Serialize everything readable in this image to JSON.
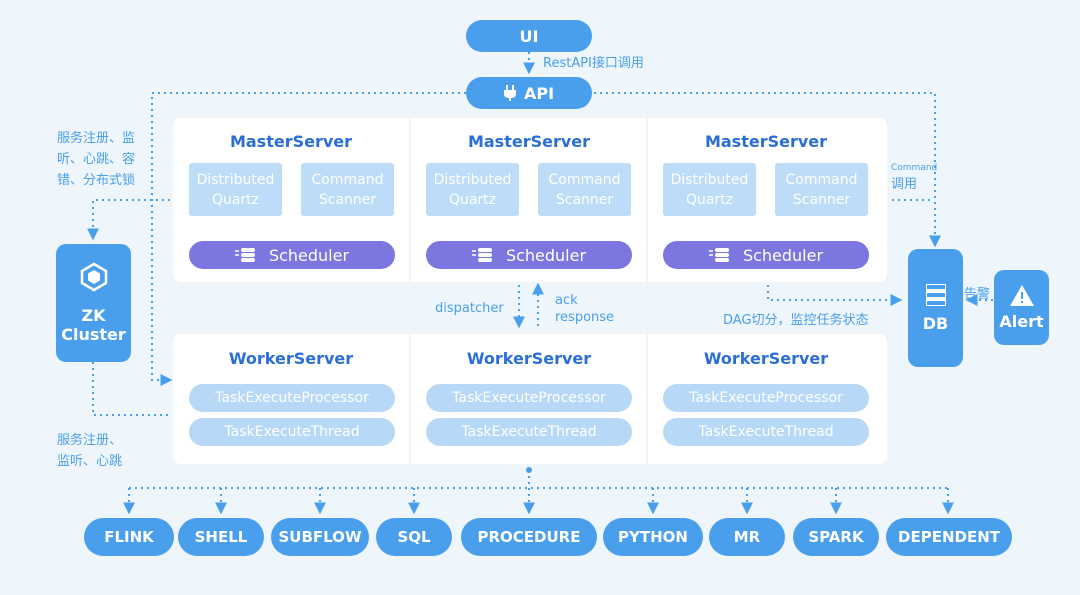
{
  "ui": {
    "label": "UI"
  },
  "api": {
    "label": "API",
    "call_note": "RestAPI接口调用"
  },
  "master": {
    "title": "MasterServer",
    "quartz": [
      "Distributed",
      "Quartz"
    ],
    "scanner": [
      "Command",
      "Scanner"
    ],
    "scheduler": "Scheduler"
  },
  "worker": {
    "title": "WorkerServer",
    "processor": "TaskExecuteProcessor",
    "thread": "TaskExecuteThread"
  },
  "zk": {
    "line1": "ZK",
    "line2": "Cluster"
  },
  "notes": {
    "zk_top": [
      "服务注册、监",
      "听、心跳、容",
      "错、分布式锁"
    ],
    "zk_bottom": [
      "服务注册、",
      "监听、心跳"
    ],
    "dispatcher": "dispatcher",
    "ack": [
      "ack",
      "response"
    ],
    "command_small": "Command",
    "command_call": "调用",
    "dag": "DAG切分，监控任务状态",
    "alarm": "告警"
  },
  "db": {
    "label": "DB"
  },
  "alert": {
    "label": "Alert"
  },
  "task_types": [
    "FLINK",
    "SHELL",
    "SUBFLOW",
    "SQL",
    "PROCEDURE",
    "PYTHON",
    "MR",
    "SPARK",
    "DEPENDENT"
  ],
  "colors": {
    "primary": "#4a9fec",
    "title": "#2b6fd6",
    "scheduler": "#7c76e0",
    "light_box": "#bcdcf7",
    "background": "#eef5fb"
  }
}
